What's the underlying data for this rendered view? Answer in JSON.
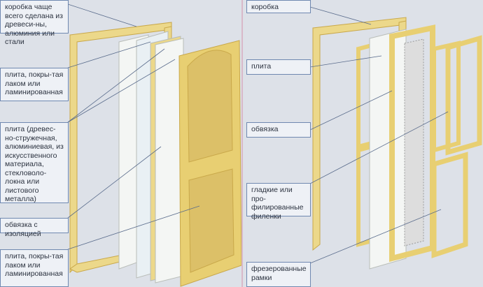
{
  "left_panel": {
    "labels": [
      "коробка чаще всего сделана из древеси-ны, алюминия или стали",
      "плита, покры-тая лаком или ламинированная",
      "плита (древес-но-стружечная, алюминиевая, из искусственного материала, стекловоло-локна или листового металла)",
      "обвязка с изоляцией",
      "плита, покры-тая лаком или ламинированная"
    ]
  },
  "right_panel": {
    "labels": [
      "коробка",
      "плита",
      "обвязка",
      "гладкие или про-филированные филенки",
      "фрезерованные рамки"
    ]
  },
  "colors": {
    "wood": "#ecd88a",
    "wood_edge": "#c9a84a",
    "panel_white": "#f4f6f4",
    "label_border": "#6f88b0"
  }
}
